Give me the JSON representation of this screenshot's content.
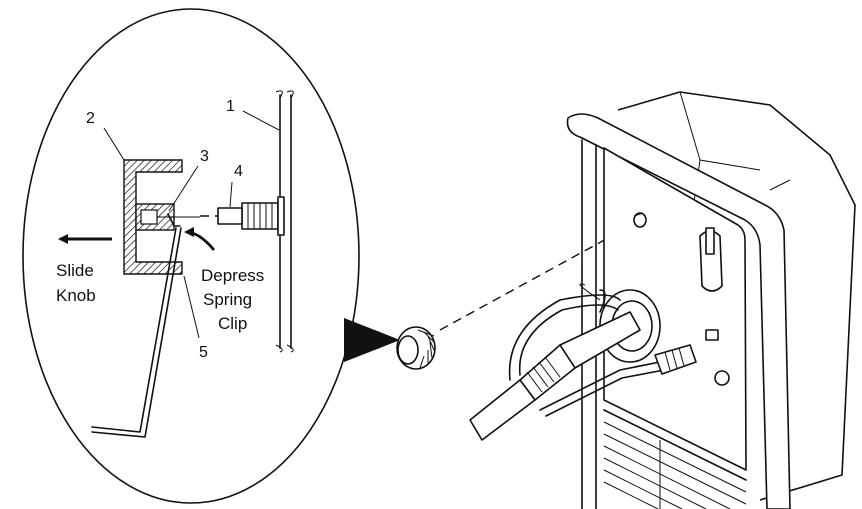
{
  "callouts": {
    "c1": "1",
    "c2": "2",
    "c3": "3",
    "c4": "4",
    "c5": "5"
  },
  "labels": {
    "slide_line1": "Slide",
    "slide_line2": "Knob",
    "depress_line1": "Depress",
    "depress_line2": "Spring",
    "depress_line3": "Clip"
  }
}
